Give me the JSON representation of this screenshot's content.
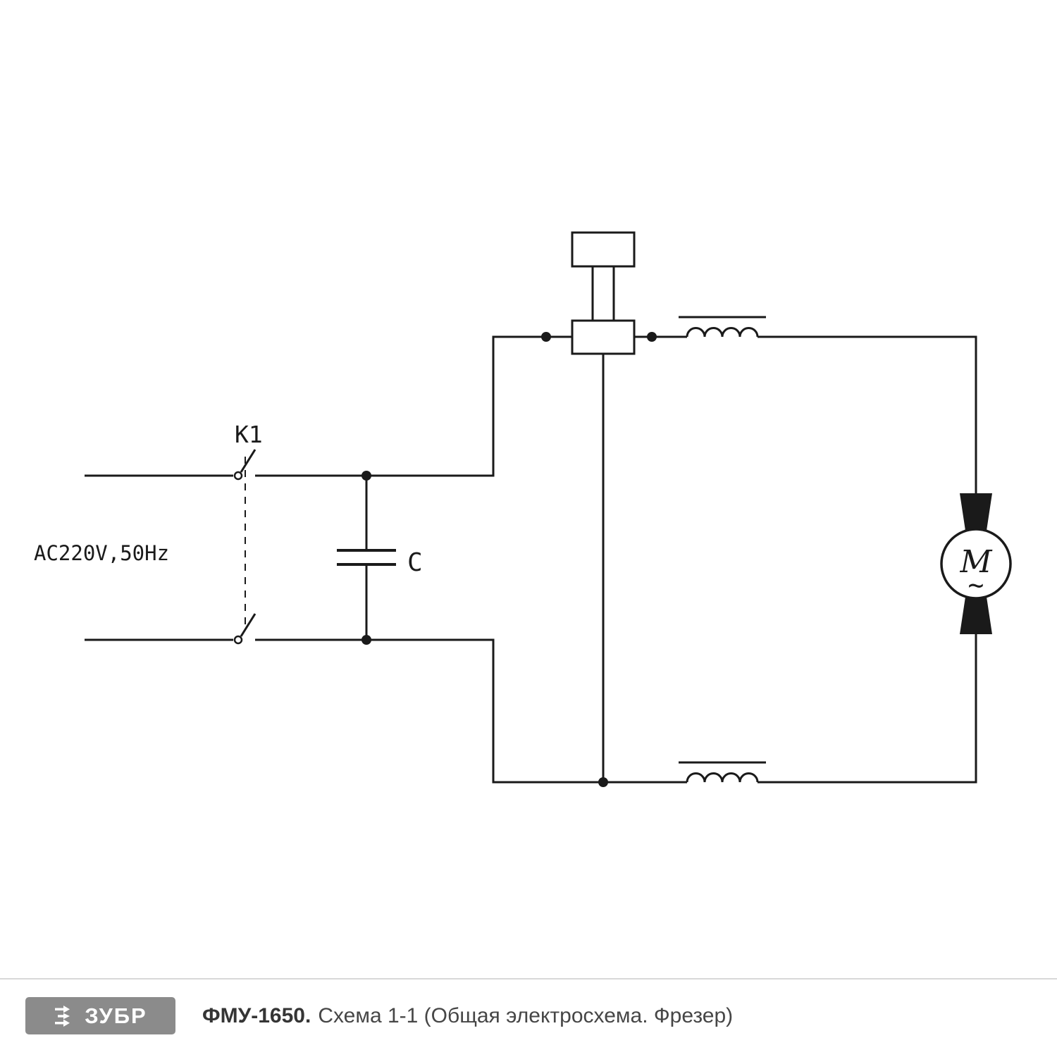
{
  "diagram": {
    "power_source_label": "AC220V,50Hz",
    "switch_label": "K1",
    "capacitor_label": "C",
    "motor_letter": "M",
    "motor_ac_symbol": "~"
  },
  "footer": {
    "logo_text": "ЗУБР",
    "model": "ФМУ-1650.",
    "caption": "Схема 1-1 (Общая электросхема. Фрезер)"
  },
  "colors": {
    "line": "#1a1a1a",
    "logo_background": "#8b8b8b",
    "divider": "#d8d8d8",
    "footer_text": "#464646"
  }
}
